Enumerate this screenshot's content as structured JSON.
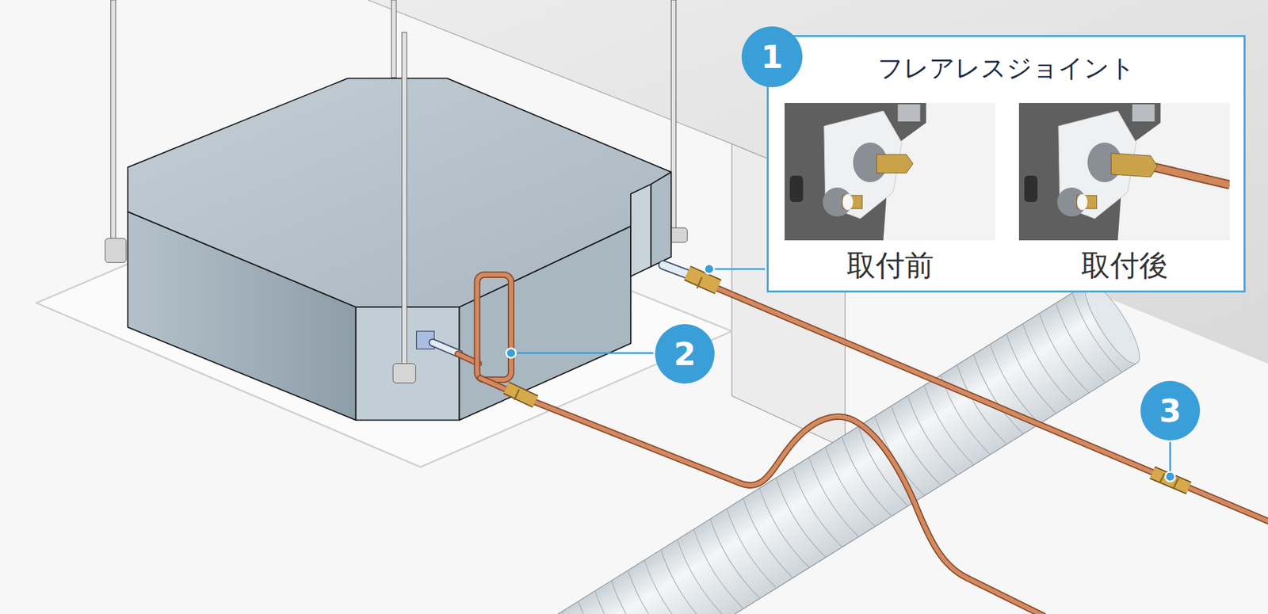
{
  "diagram": {
    "nodes": [
      {
        "text": [
          "1"
        ]
      },
      {
        "text": [
          "フレアレスジョイント"
        ]
      },
      {
        "text": [
          "取付前"
        ],
        "in": 1
      },
      {
        "text": [
          "取付後"
        ],
        "in": 1
      },
      {
        "text": [
          "2"
        ]
      },
      {
        "text": [
          "3"
        ]
      }
    ],
    "edges": [
      {
        "from": 2,
        "to": 3,
        "arrow": "to"
      }
    ]
  }
}
